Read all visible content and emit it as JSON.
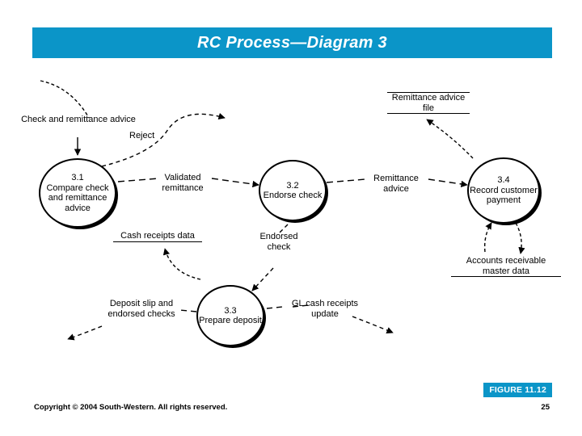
{
  "slide": {
    "title": "RC Process—Diagram 3",
    "accent_color": "#0b95c8",
    "background_color": "#ffffff"
  },
  "diagram": {
    "type": "data-flow-diagram",
    "processes": [
      {
        "id": "3.1",
        "number": "3.1",
        "name": "Compare check and remittance advice"
      },
      {
        "id": "3.2",
        "number": "3.2",
        "name": "Endorse check"
      },
      {
        "id": "3.3",
        "number": "3.3",
        "name": "Prepare deposit"
      },
      {
        "id": "3.4",
        "number": "3.4",
        "name": "Record customer payment"
      }
    ],
    "data_stores": [
      {
        "id": "remittance-advice-file",
        "name": "Remittance advice file"
      },
      {
        "id": "cash-receipts-data",
        "name": "Cash receipts data"
      },
      {
        "id": "accounts-receivable-master-data",
        "name": "Accounts receivable master data"
      }
    ],
    "data_flows": [
      {
        "id": "check-and-remittance-advice",
        "label": "Check and remittance advice",
        "to": "3.1"
      },
      {
        "id": "reject",
        "label": "Reject",
        "from": "3.1"
      },
      {
        "id": "validated-remittance",
        "label": "Validated remittance",
        "from": "3.1",
        "to": "3.2"
      },
      {
        "id": "remittance-advice",
        "label": "Remittance advice",
        "from": "3.2",
        "to": "3.4"
      },
      {
        "id": "endorsed-check",
        "label": "Endorsed check",
        "from": "3.2",
        "to": "3.3"
      },
      {
        "id": "cash-receipts-data-flow",
        "label": "Cash receipts data",
        "from": "3.3"
      },
      {
        "id": "deposit-slip-and-endorsed-checks",
        "label": "Deposit slip and endorsed checks",
        "from": "3.3"
      },
      {
        "id": "gl-cash-receipts-update",
        "label": "GL cash receipts update",
        "from": "3.3"
      }
    ]
  },
  "footer": {
    "figure_label": "FIGURE 11.12",
    "copyright": "Copyright © 2004 South-Western. All rights reserved.",
    "page_number": "25"
  }
}
